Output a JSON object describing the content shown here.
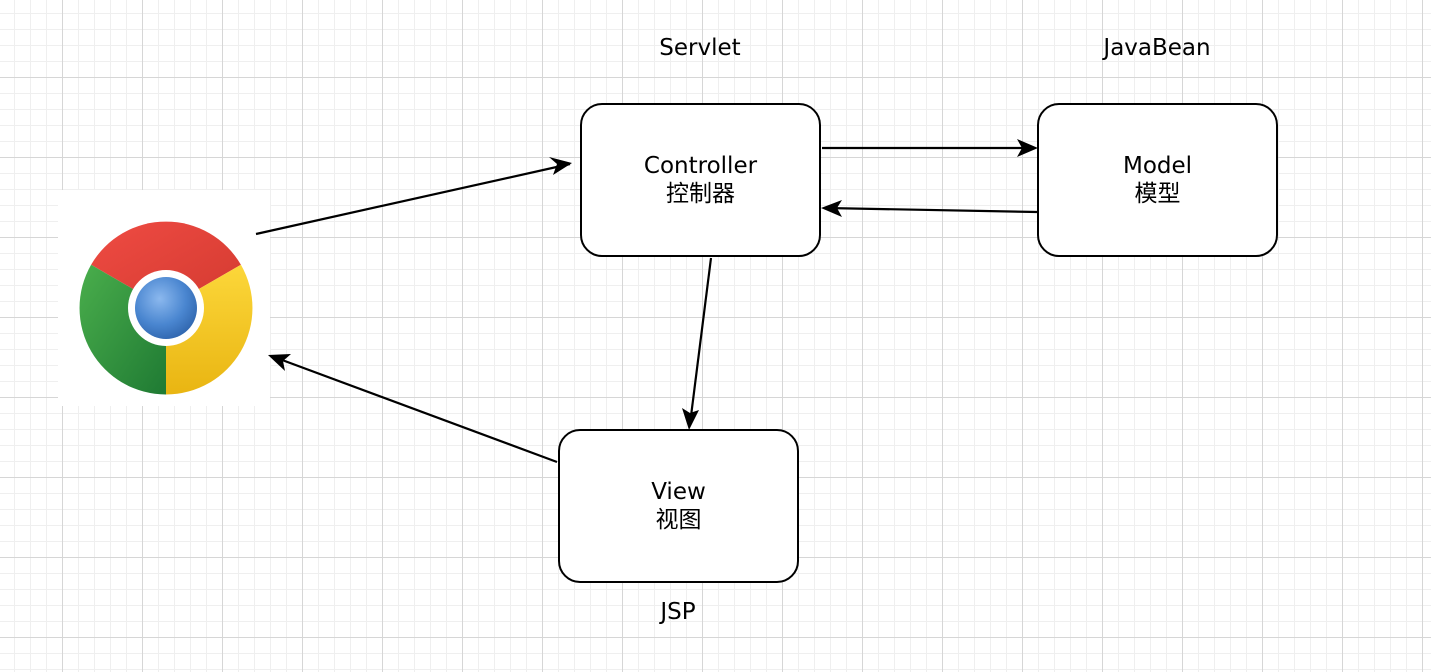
{
  "tier_labels": {
    "servlet": "Servlet",
    "javabean": "JavaBean",
    "jsp": "JSP"
  },
  "nodes": {
    "controller": {
      "title": "Controller",
      "subtitle": "控制器"
    },
    "model": {
      "title": "Model",
      "subtitle": "模型"
    },
    "view": {
      "title": "View",
      "subtitle": "视图"
    }
  },
  "browser": {
    "icon": "chrome-browser-icon",
    "colors": {
      "red": "#DB4437",
      "yellow": "#F4C20D",
      "green": "#3CBA54",
      "blue": "#4285F4"
    }
  },
  "edges": [
    {
      "from": "browser",
      "to": "controller"
    },
    {
      "from": "controller",
      "to": "model"
    },
    {
      "from": "model",
      "to": "controller"
    },
    {
      "from": "controller",
      "to": "view"
    },
    {
      "from": "view",
      "to": "browser"
    }
  ]
}
